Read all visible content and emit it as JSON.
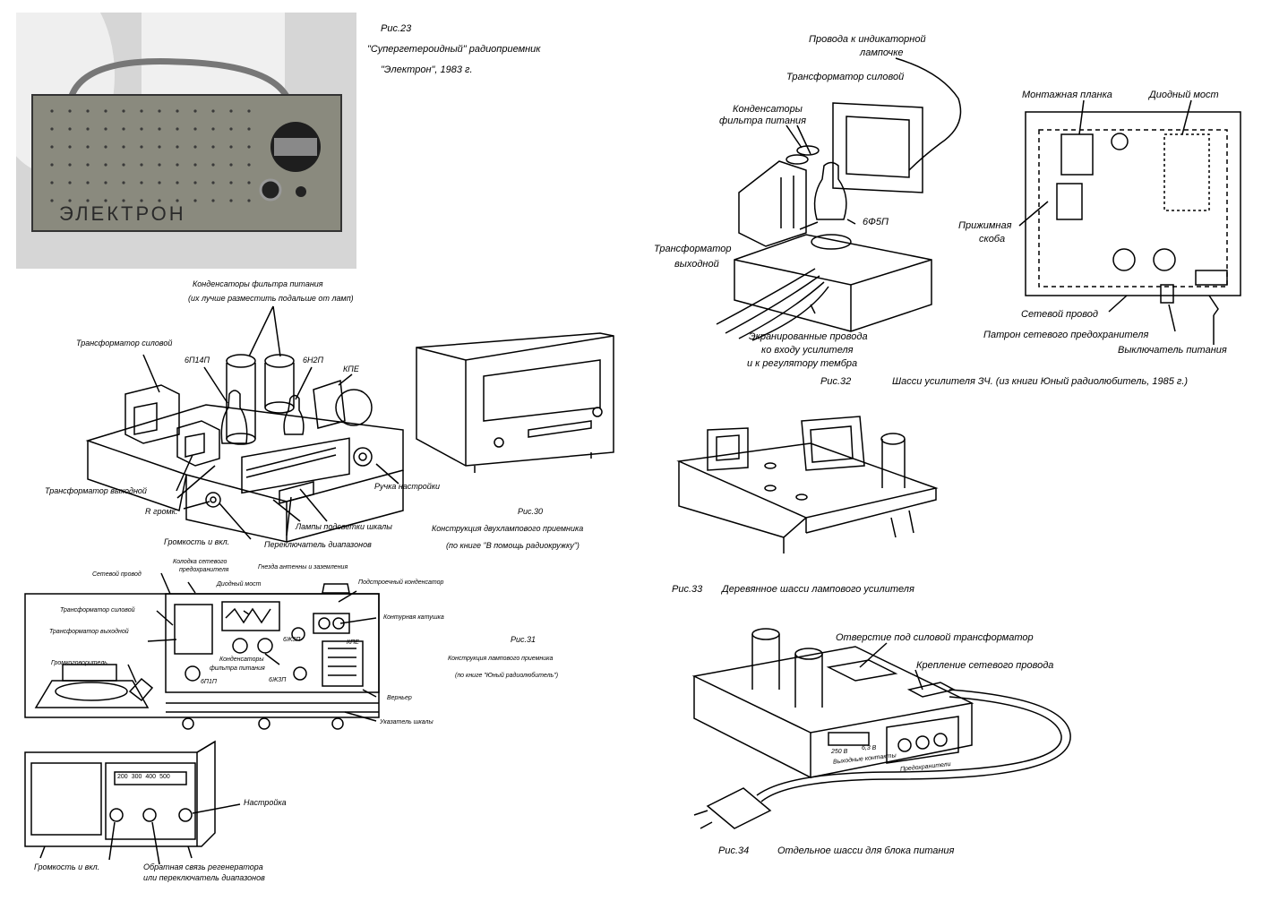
{
  "fig23": {
    "caption_num": "Рис.23",
    "caption_title": "\"Супергетероидный\" радиоприемник",
    "caption_year": "\"Электрон\", 1983 г.",
    "photo_brand": "ЭЛЕКТРОН"
  },
  "fig30": {
    "labels": {
      "filter_caps": "Конденсаторы фильтра питания",
      "filter_caps_note": "(их лучше разместить подальше от ламп)",
      "power_transformer": "Трансформатор силовой",
      "tube_6p14p": "6П14П",
      "tube_6n2p": "6Н2П",
      "kpe": "КПЕ",
      "output_transformer": "Трансформатор выходной",
      "tuning_knob": "Ручка настройки",
      "r_volume": "R громк.",
      "volume_on": "Громкость и вкл.",
      "scale_lamps": "Лампы подсветки шкалы",
      "band_switch": "Переключатель диапазонов"
    },
    "caption_num": "Рис.30",
    "caption_title": "Конструкция двухлампового приемника",
    "caption_source": "(по книге \"В помощь радиокружку\")"
  },
  "fig31": {
    "labels": {
      "mains_cord": "Сетевой провод",
      "fuse_block_1": "Колодка сетевого",
      "fuse_block_2": "предохранителя",
      "antenna_jacks": "Гнезда антенны и заземления",
      "diode_bridge": "Диодный мост",
      "trimmer_cap": "Подстроечный конденсатор",
      "power_transformer": "Трансформатор силовой",
      "output_transformer": "Трансформатор выходной",
      "loop_coil": "Контурная катушка",
      "tube_6zh3p_a": "6Ж3П",
      "kpe": "КПЕ",
      "loudspeaker": "Громкоговоритель",
      "filter_caps_1": "Конденсаторы",
      "filter_caps_2": "фильтра питания",
      "tube_6p1p": "6П1П",
      "tube_6zh3p_b": "6Ж3П",
      "vernier": "Верньер",
      "scale_pointer": "Указатель шкалы",
      "tuning": "Настройка",
      "volume_on": "Громкость и вкл.",
      "feedback_1": "Обратная связь регенератора",
      "feedback_2": "или переключатель диапазонов",
      "scale_marks": [
        "200",
        "300",
        "400",
        "500"
      ]
    },
    "caption_num": "Рис.31",
    "caption_title": "Конструкция лампового приемника",
    "caption_source": "(по книге \"Юный радиолюбитель\")"
  },
  "fig32": {
    "labels": {
      "lamp_wires_1": "Провода к индикаторной",
      "lamp_wires_2": "лампочке",
      "power_transformer": "Трансформатор силовой",
      "filter_caps_1": "Конденсаторы",
      "filter_caps_2": "фильтра питания",
      "tube_6f5p": "6Ф5П",
      "output_transformer_1": "Трансформатор",
      "output_transformer_2": "выходной",
      "shielded_1": "Экранированные провода",
      "shielded_2": "ко входу усилителя",
      "shielded_3": "и к регулятору тембра",
      "mount_strip": "Монтажная планка",
      "diode_bridge": "Диодный мост",
      "clamp_1": "Прижимная",
      "clamp_2": "скоба",
      "mains_cord": "Сетевой провод",
      "fuse_holder": "Патрон сетевого предохранителя",
      "power_switch": "Выключатель питания"
    },
    "caption_num": "Рис.32",
    "caption_title": "Шасси усилителя ЗЧ. (из книги Юный радиолюбитель, 1985 г.)"
  },
  "fig33": {
    "caption_num": "Рис.33",
    "caption_title": "Деревянное шасси лампового усилителя"
  },
  "fig34": {
    "labels": {
      "transformer_hole": "Отверстие под силовой трансформатор",
      "cord_mount": "Крепление сетевого провода",
      "v250": "250 В",
      "v63": "6,3 В",
      "outputs": "Выходные контакты",
      "fuses": "Предохранители"
    },
    "caption_num": "Рис.34",
    "caption_title": "Отдельное шасси для блока питания"
  }
}
